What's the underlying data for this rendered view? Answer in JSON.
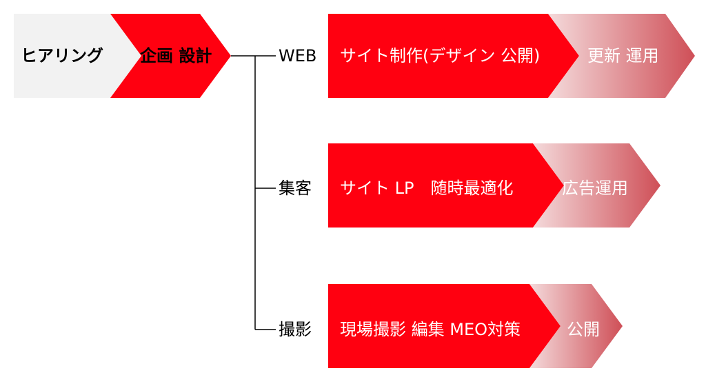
{
  "flow": {
    "hearing": "ヒアリング",
    "planning": "企画 設計"
  },
  "branches": {
    "web": {
      "label": "WEB",
      "main": "サイト制作(デザイン 公開)",
      "next": "更新 運用"
    },
    "marketing": {
      "label": "集客",
      "main": "サイト LP　随時最適化",
      "next": "広告運用"
    },
    "photo": {
      "label": "撮影",
      "main": "現場撮影 編集 MEO対策",
      "next": "公開"
    }
  },
  "colors": {
    "primary_red": "#ff0010",
    "hearing_gray": "#f2f2f2",
    "fade_red": "#d2555d",
    "fade_light": "#f2d4d6",
    "connector": "#000000"
  }
}
